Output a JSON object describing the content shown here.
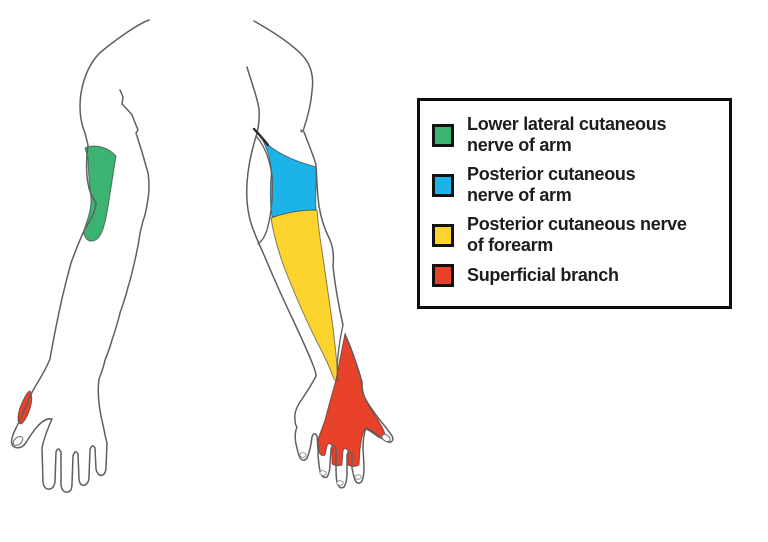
{
  "legend": {
    "items": [
      {
        "label": "Lower lateral cutaneous\nnerve of arm",
        "color": "#3cb371"
      },
      {
        "label": "Posterior cutaneous\nnerve of arm",
        "color": "#1cb4e8"
      },
      {
        "label": "Posterior cutaneous nerve\nof forearm",
        "color": "#fdd32e"
      },
      {
        "label": "Superficial branch",
        "color": "#e8422b"
      }
    ]
  },
  "colors": {
    "green": "#3cb371",
    "blue": "#1cb4e8",
    "yellow": "#fdd32e",
    "red": "#e8422b",
    "outline": "#5f5f5f",
    "legend_border": "#0d0d0d",
    "legend_text": "#1d1d1d",
    "background": "#ffffff"
  }
}
